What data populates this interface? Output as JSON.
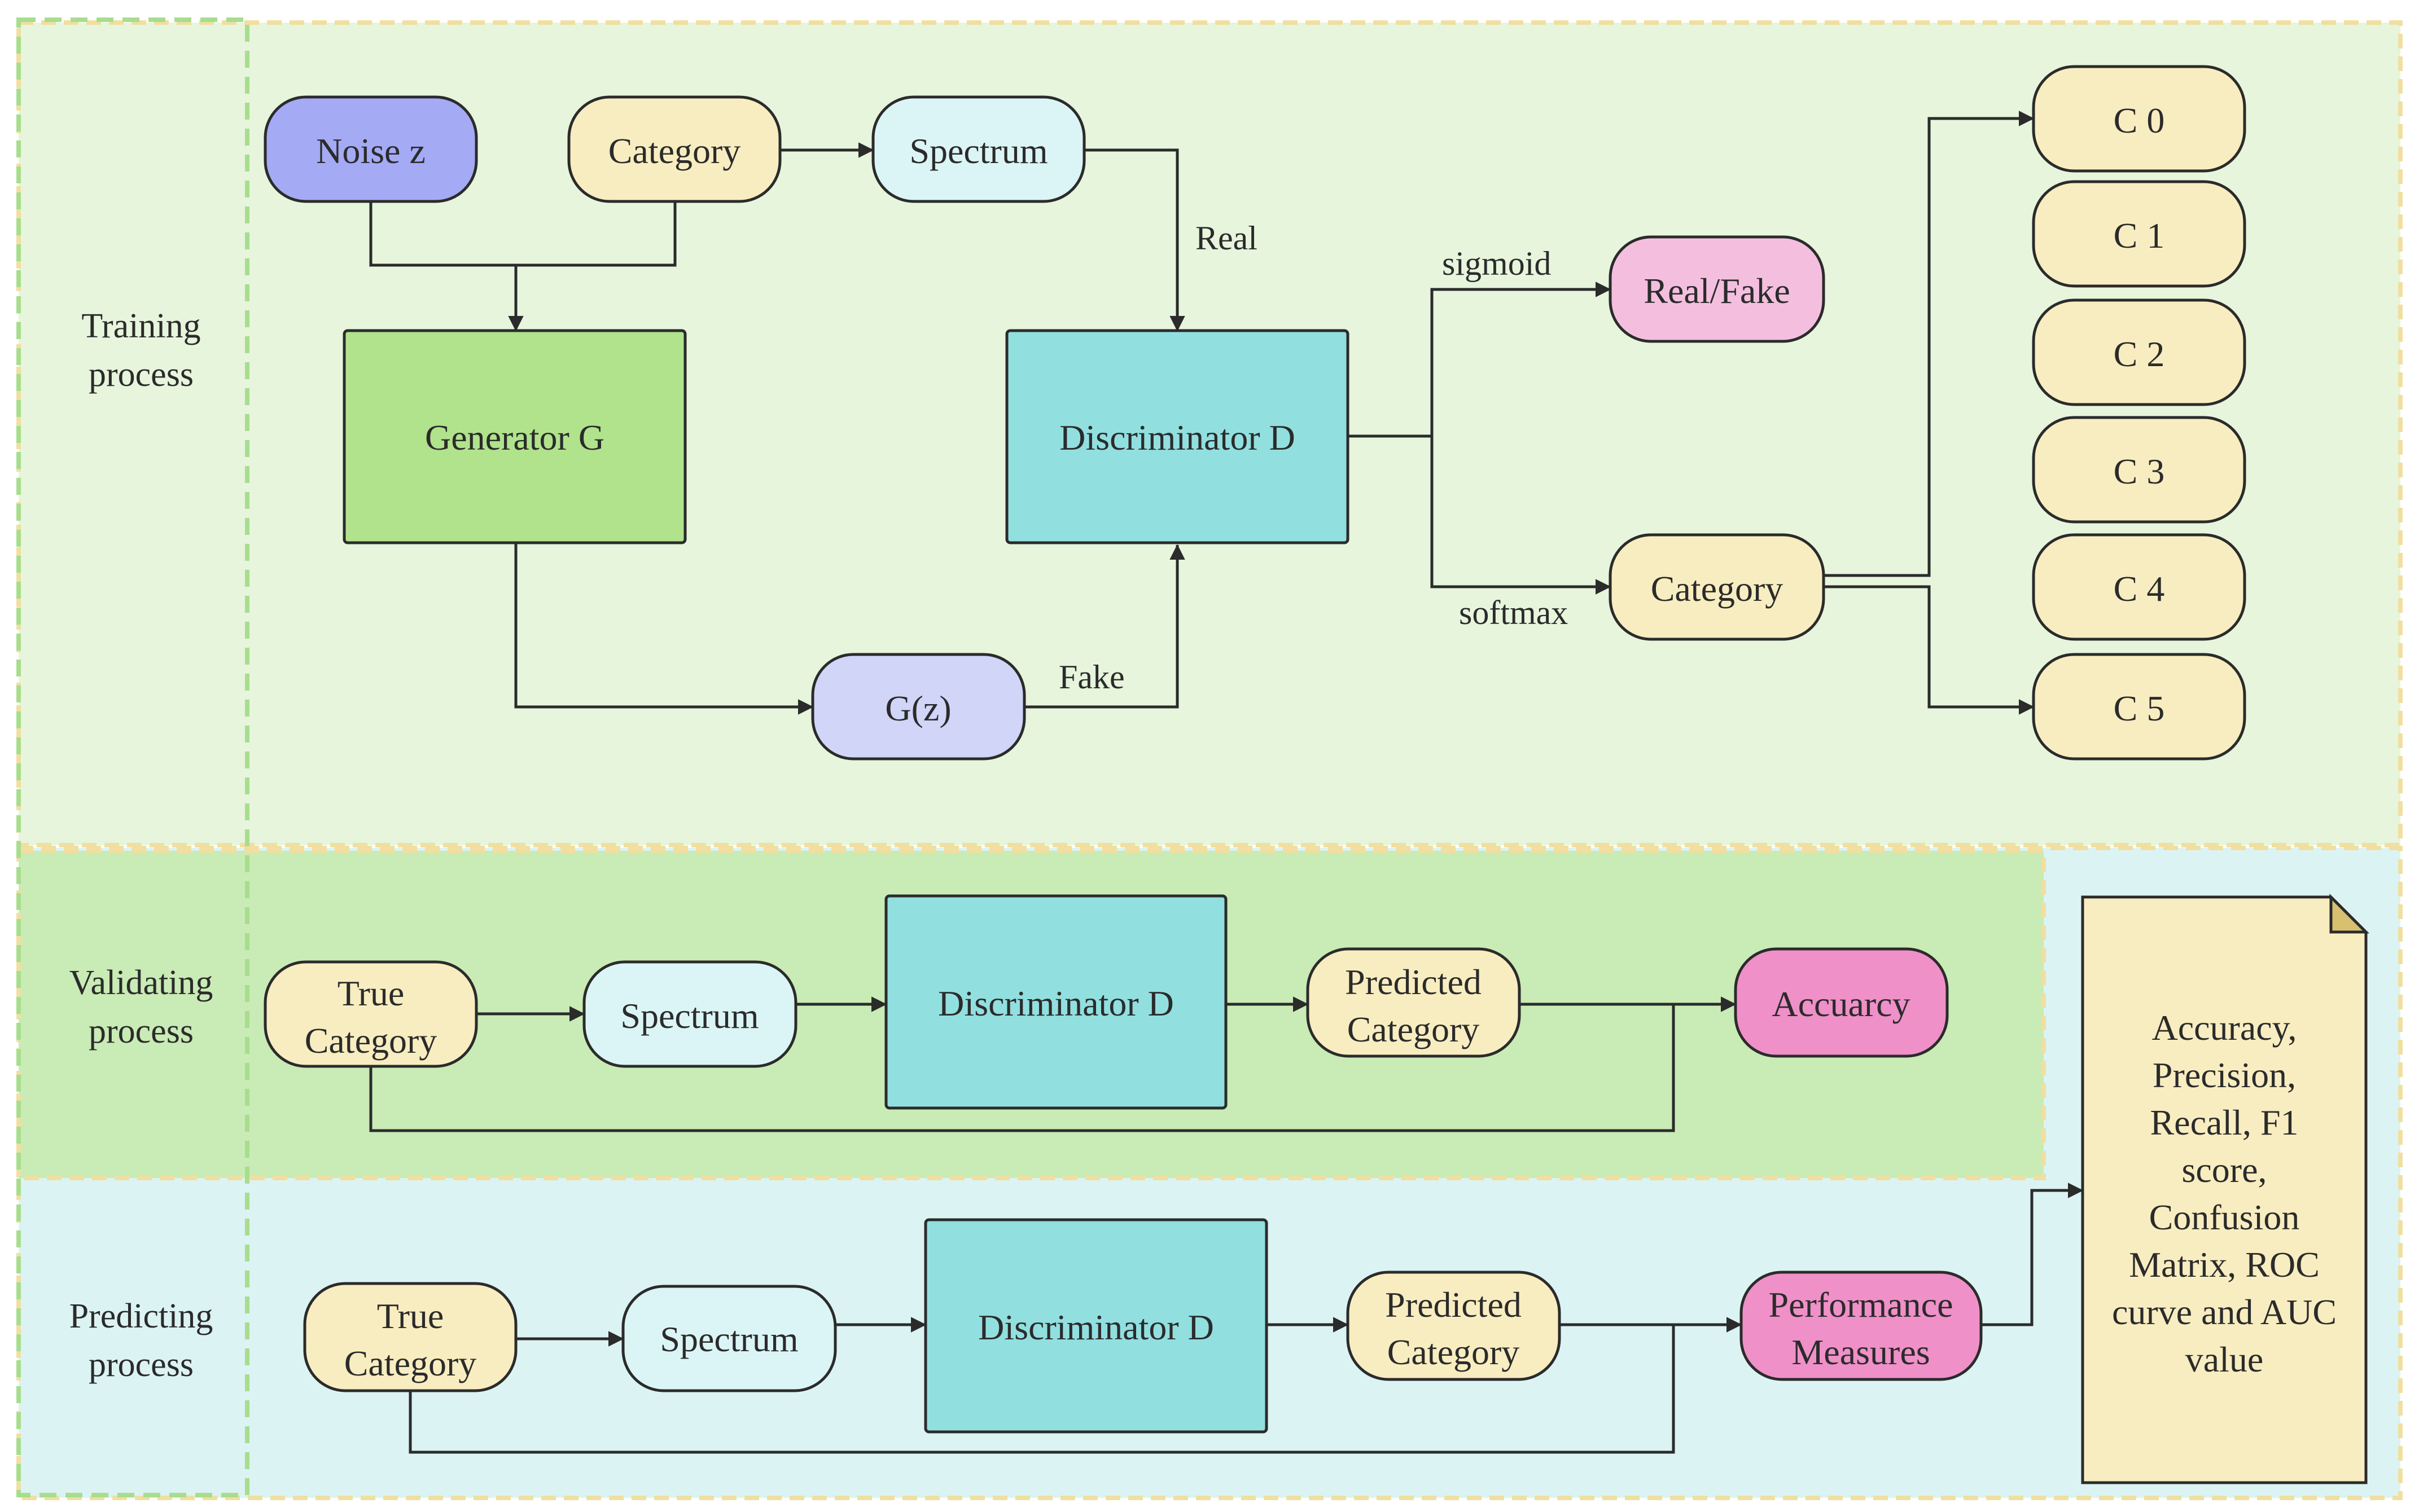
{
  "sections": {
    "training": {
      "label_line1": "Training",
      "label_line2": "process"
    },
    "validating": {
      "label_line1": "Validating",
      "label_line2": "process"
    },
    "predicting": {
      "label_line1": "Predicting",
      "label_line2": "process"
    }
  },
  "training": {
    "noise_z": "Noise z",
    "category_in": "Category",
    "spectrum": "Spectrum",
    "generator": "Generator G",
    "discriminator": "Discriminator D",
    "gz": "G(z)",
    "real_fake": "Real/Fake",
    "category_out": "Category",
    "classes": [
      "C 0",
      "C 1",
      "C 2",
      "C 3",
      "C 4",
      "C 5"
    ],
    "edge_real": "Real",
    "edge_fake": "Fake",
    "edge_sigmoid": "sigmoid",
    "edge_softmax": "softmax"
  },
  "validating": {
    "true_category_line1": "True",
    "true_category_line2": "Category",
    "spectrum": "Spectrum",
    "discriminator": "Discriminator D",
    "predicted_line1": "Predicted",
    "predicted_line2": "Category",
    "accuracy": "Accuarcy"
  },
  "predicting": {
    "true_category_line1": "True",
    "true_category_line2": "Category",
    "spectrum": "Spectrum",
    "discriminator": "Discriminator D",
    "predicted_line1": "Predicted",
    "predicted_line2": "Category",
    "performance_line1": "Performance",
    "performance_line2": "Measures"
  },
  "metrics_note": {
    "lines": [
      "Accuracy,",
      "Precision,",
      "Recall, F1",
      "score,",
      "Confusion",
      "Matrix, ROC",
      "curve and AUC",
      "value"
    ]
  },
  "colors": {
    "training_bg": "#e6f5dc",
    "validating_bg": "#c9ebb5",
    "predicting_bg": "#dcf3f3",
    "dashed_yellow": "#f0dfa0",
    "dashed_green": "#a8dd8e",
    "yellow_node": "#f8edc0",
    "blue_noise": "#a4aaf4",
    "light_cyan": "#dbf5f6",
    "generator_green": "#b0e38c",
    "discriminator_teal": "#92dfe0",
    "gz_lavender": "#d1d5f8",
    "pink_node": "#f4bfdf",
    "magenta_node": "#ef90c8",
    "note_yellow": "#f8edc0",
    "stroke": "#2b2b2b"
  }
}
